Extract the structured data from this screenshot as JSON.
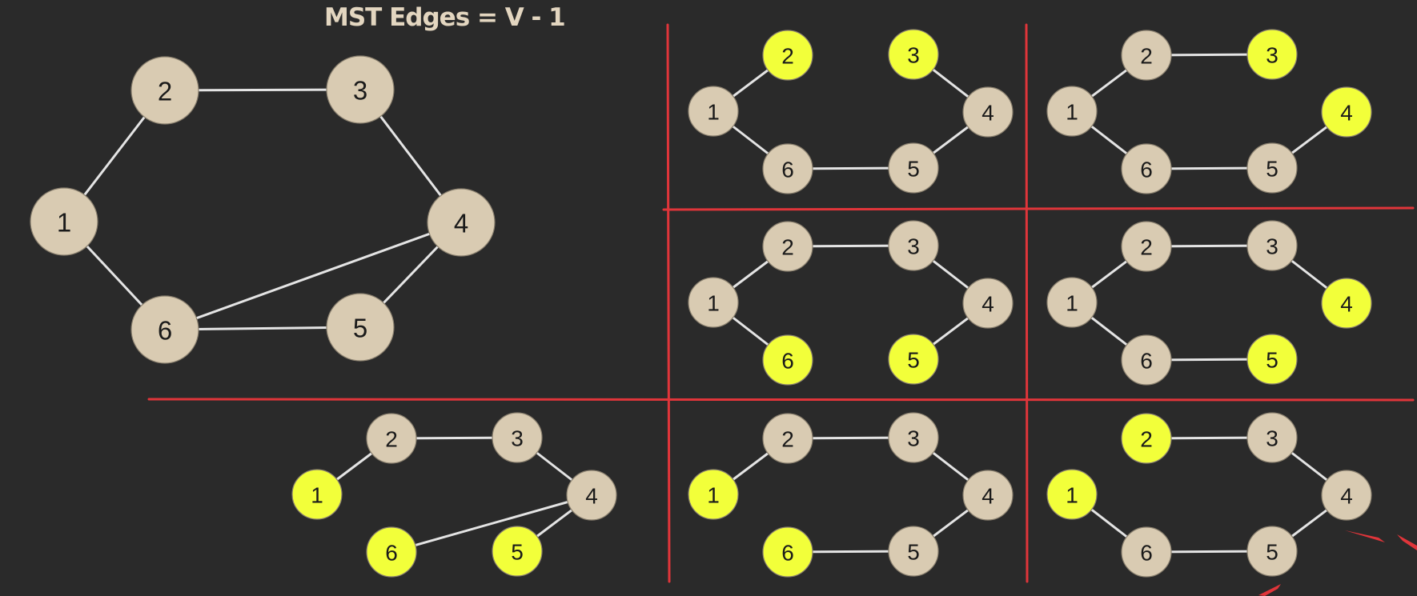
{
  "title": "MST Edges = V - 1",
  "colors": {
    "background": "#2a2a2a",
    "node_default": "#d9cbb2",
    "node_highlight": "#f2ff3a",
    "edge": "#e4e4e4",
    "divider": "#e0353a",
    "title": "#e3d6c0"
  },
  "graphs": [
    {
      "id": "original",
      "nodes": [
        "1",
        "2",
        "3",
        "4",
        "5",
        "6"
      ],
      "highlighted": [],
      "edges": [
        [
          "1",
          "2"
        ],
        [
          "2",
          "3"
        ],
        [
          "3",
          "4"
        ],
        [
          "4",
          "6"
        ],
        [
          "4",
          "5"
        ],
        [
          "5",
          "6"
        ],
        [
          "1",
          "6"
        ]
      ]
    },
    {
      "id": "tree-a",
      "nodes": [
        "1",
        "2",
        "3",
        "4",
        "5",
        "6"
      ],
      "highlighted": [
        "2",
        "3"
      ],
      "edges": [
        [
          "1",
          "2"
        ],
        [
          "1",
          "6"
        ],
        [
          "6",
          "5"
        ],
        [
          "5",
          "4"
        ],
        [
          "4",
          "3"
        ]
      ]
    },
    {
      "id": "tree-b",
      "nodes": [
        "1",
        "2",
        "3",
        "4",
        "5",
        "6"
      ],
      "highlighted": [
        "3",
        "4"
      ],
      "edges": [
        [
          "1",
          "2"
        ],
        [
          "2",
          "3"
        ],
        [
          "1",
          "6"
        ],
        [
          "6",
          "5"
        ],
        [
          "5",
          "4"
        ]
      ]
    },
    {
      "id": "tree-c",
      "nodes": [
        "1",
        "2",
        "3",
        "4",
        "5",
        "6"
      ],
      "highlighted": [
        "6",
        "5"
      ],
      "edges": [
        [
          "1",
          "2"
        ],
        [
          "2",
          "3"
        ],
        [
          "3",
          "4"
        ],
        [
          "4",
          "5"
        ],
        [
          "1",
          "6"
        ]
      ]
    },
    {
      "id": "tree-d",
      "nodes": [
        "1",
        "2",
        "3",
        "4",
        "5",
        "6"
      ],
      "highlighted": [
        "4",
        "5"
      ],
      "edges": [
        [
          "1",
          "2"
        ],
        [
          "2",
          "3"
        ],
        [
          "3",
          "4"
        ],
        [
          "1",
          "6"
        ],
        [
          "6",
          "5"
        ]
      ]
    },
    {
      "id": "tree-e",
      "nodes": [
        "1",
        "2",
        "3",
        "4",
        "5",
        "6"
      ],
      "highlighted": [
        "1",
        "6",
        "5"
      ],
      "edges": [
        [
          "1",
          "2"
        ],
        [
          "2",
          "3"
        ],
        [
          "3",
          "4"
        ],
        [
          "4",
          "6"
        ],
        [
          "4",
          "5"
        ]
      ]
    },
    {
      "id": "tree-f",
      "nodes": [
        "1",
        "2",
        "3",
        "4",
        "5",
        "6"
      ],
      "highlighted": [
        "1",
        "6"
      ],
      "edges": [
        [
          "1",
          "2"
        ],
        [
          "2",
          "3"
        ],
        [
          "3",
          "4"
        ],
        [
          "4",
          "5"
        ],
        [
          "5",
          "6"
        ]
      ]
    },
    {
      "id": "tree-g",
      "nodes": [
        "1",
        "2",
        "3",
        "4",
        "5",
        "6"
      ],
      "highlighted": [
        "2",
        "1"
      ],
      "edges": [
        [
          "2",
          "3"
        ],
        [
          "3",
          "4"
        ],
        [
          "4",
          "5"
        ],
        [
          "5",
          "6"
        ],
        [
          "6",
          "1"
        ]
      ]
    }
  ]
}
